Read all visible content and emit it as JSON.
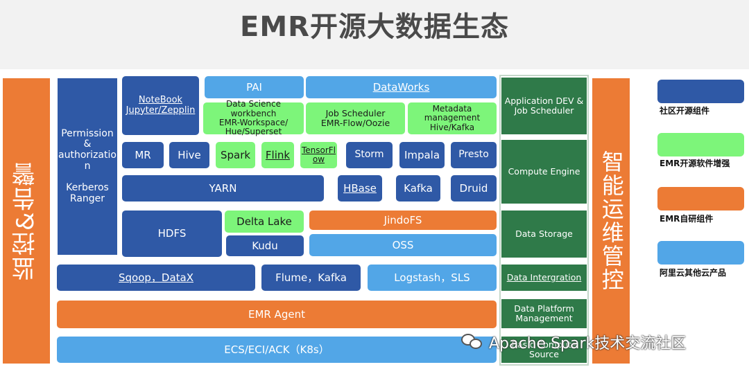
{
  "title": "EMR开源大数据生态",
  "left_column": {
    "monitor": "监控&告警",
    "permission": "Permission\n&\nauthorizatio\nn\n\nKerberos\nRanger"
  },
  "right_column": {
    "ops": "智能运维管控"
  },
  "rows": {
    "r1": {
      "notebook": "NoteBook\nJupyter/Zepplin",
      "pai": "PAI",
      "dataworks": "DataWorks"
    },
    "r2": {
      "ds_workbench": "Data Science workbench\nEMR-Workspace/\nHue/Superset",
      "job_scheduler": "Job Scheduler\nEMR-Flow/Oozie",
      "metadata": "Metadata\nmanagement\nHive/Kafka"
    },
    "r3": {
      "mr": "MR",
      "hive": "Hive",
      "spark": "Spark",
      "flink": "Flink",
      "tensorflow": "TensorFl\now",
      "storm": "Storm",
      "impala": "Impala",
      "presto": "Presto"
    },
    "r4": {
      "yarn": "YARN",
      "hbase": "HBase",
      "kafka": "Kafka",
      "druid": "Druid"
    },
    "r5": {
      "hdfs": "HDFS",
      "delta_lake": "Delta Lake",
      "kudu": "Kudu",
      "jindofs": "JindoFS",
      "oss": "OSS"
    },
    "r6": {
      "sqoop": "Sqoop，DataX",
      "flume": "Flume，Kafka",
      "logstash": "Logstash，SLS"
    },
    "r7": {
      "agent": "EMR Agent"
    },
    "r8": {
      "ecs": "ECS/ECI/ACK（K8s）"
    }
  },
  "sidebar": {
    "app_dev": "Application DEV &\nJob Scheduler",
    "compute": "Compute Engine",
    "storage": "Data Storage",
    "integration": "Data Intergration",
    "platform": "Data Platform\nManagement",
    "basic": "Basic Compute\nSource"
  },
  "legend": [
    {
      "label": "社区开源组件",
      "color": "#2f59a6"
    },
    {
      "label": "EMR开源软件增强",
      "color": "#7df57a"
    },
    {
      "label": "EMR自研组件",
      "color": "#ec7b35"
    },
    {
      "label": "阿里云其他云产品",
      "color": "#52a6e7"
    }
  ],
  "watermark": "Apache Spark技术交流社区"
}
